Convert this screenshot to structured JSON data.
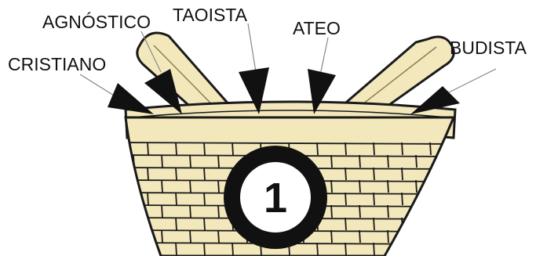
{
  "labels": {
    "cristiano": "CRISTIANO",
    "agnostico": "AGNÓSTICO",
    "taoista": "TAOISTA",
    "ateo": "ATEO",
    "budista": "BUDISTA"
  },
  "badge_number": "1",
  "colors": {
    "basket_fill": "#f3e8bc",
    "basket_stroke": "#1a1a1a",
    "arrow": "#111111",
    "badge_ring": "#111111",
    "badge_fill": "#ffffff"
  }
}
